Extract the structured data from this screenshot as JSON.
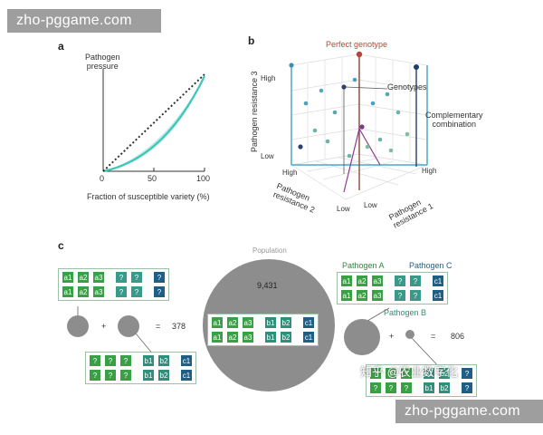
{
  "watermarks": {
    "top": "zho-pggame.com",
    "bottom": "zho-pggame.com"
  },
  "panel_a": {
    "letter": "a",
    "ylabel_line1": "Pathogen",
    "ylabel_line2": "pressure",
    "xlabel": "Fraction of susceptible variety (%)",
    "ticks": [
      "0",
      "50",
      "100"
    ]
  },
  "panel_b": {
    "letter": "b",
    "perfect_genotype": "Perfect genotype",
    "genotypes": "Genotypes",
    "complementary_line1": "Complementary",
    "complementary_line2": "combination",
    "z_axis_label": "Pathogen resistance 3",
    "x_axis_label": "Pathogen resistance 2",
    "y_axis_label": "Pathogen resistance 1",
    "high": "High",
    "low": "Low"
  },
  "panel_c": {
    "letter": "c",
    "population_label": "Population",
    "population_count": "9,431",
    "pathogen_a": "Pathogen A",
    "pathogen_b": "Pathogen B",
    "pathogen_c": "Pathogen C",
    "plus": "+",
    "equals": "=",
    "left_result": "378",
    "right_result": "806",
    "cells": {
      "a1": "a1",
      "a2": "a2",
      "a3": "a3",
      "b1": "b1",
      "b2": "b2",
      "c1": "c1",
      "q": "?"
    }
  },
  "overlay_text": "知乎 @农业数字化",
  "colors": {
    "green": "#39a046",
    "teal": "#2f8f7a",
    "blue": "#1f5f86",
    "curve": "#3cc7b8",
    "grey_circle": "#8d8d8d"
  }
}
